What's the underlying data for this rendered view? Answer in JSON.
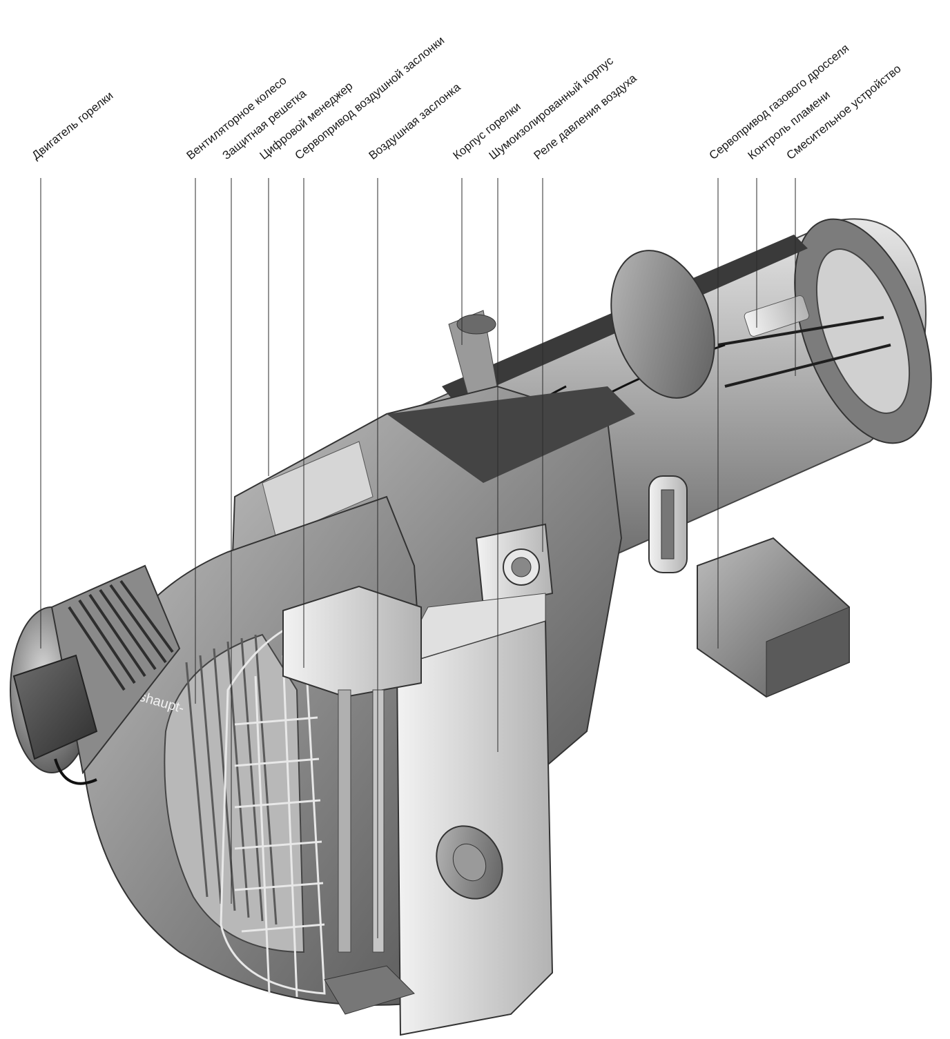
{
  "brand": "-weishaupt-",
  "labels": [
    "Двигатель горелки",
    "Вентиляторное колесо",
    "Защитная решетка",
    "Цифровой менеджер",
    "Сервопривод воздушной заслонки",
    "Воздушная заслонка",
    "Корпус горелки",
    "Шумоизолированный корпус",
    "Реле давления воздуха",
    "Сервопривод газового дросселя",
    "Контроль пламени",
    "Смесительное устройство"
  ]
}
